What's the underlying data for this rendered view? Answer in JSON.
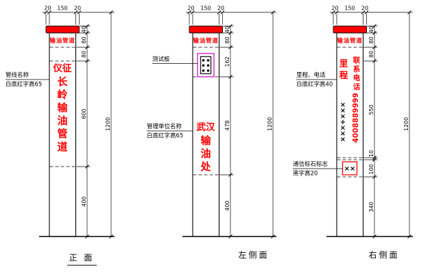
{
  "meta": {
    "drawing_type": "pipeline-marker-post-elevation-drawing"
  },
  "colors": {
    "red": "#ff0000",
    "magenta": "#cc00cc",
    "black": "#000000"
  },
  "views": {
    "front": {
      "title": "正 面",
      "top_dims": [
        "20",
        "150",
        "20"
      ],
      "band_text": "输油管道",
      "name_lines": [
        "仪征",
        "长",
        "岭",
        "输",
        "油",
        "管",
        "道"
      ],
      "side_dims": [
        "40",
        "80",
        "80",
        "600",
        "400"
      ],
      "overall_dim": "1200",
      "callout_name": {
        "line1": "管线名称",
        "line2": "白底红字高65"
      }
    },
    "left": {
      "title": "左侧面",
      "top_dims": [
        "20",
        "150",
        "20"
      ],
      "band_text": "输油管道",
      "test_board_label": "测试板",
      "unit_lines": [
        "武汉",
        "输",
        "油",
        "处"
      ],
      "side_dims": [
        "40",
        "80",
        "162",
        "478",
        "400"
      ],
      "overall_dim": "1200",
      "callout_unit": {
        "line1": "管理单位名称",
        "line2": "白底红字高65"
      }
    },
    "right": {
      "title": "右侧面",
      "top_dims": [
        "20",
        "150",
        "20"
      ],
      "band_text": "输油管道",
      "mileage_lines": [
        "里",
        "程"
      ],
      "contact_lines": [
        "联",
        "系",
        "电",
        "话"
      ],
      "phone": "4008889999",
      "chainage": "×××+×××",
      "marker_text": "××",
      "side_dims": [
        "40",
        "80",
        "80",
        "550",
        "10",
        "100",
        "340"
      ],
      "overall_dim": "1200",
      "callout_mileage": {
        "line1": "里程、电话",
        "line2": "白底红字高40"
      },
      "callout_marker": {
        "line1": "通信标石标志",
        "line2": "黑字高20"
      }
    }
  }
}
